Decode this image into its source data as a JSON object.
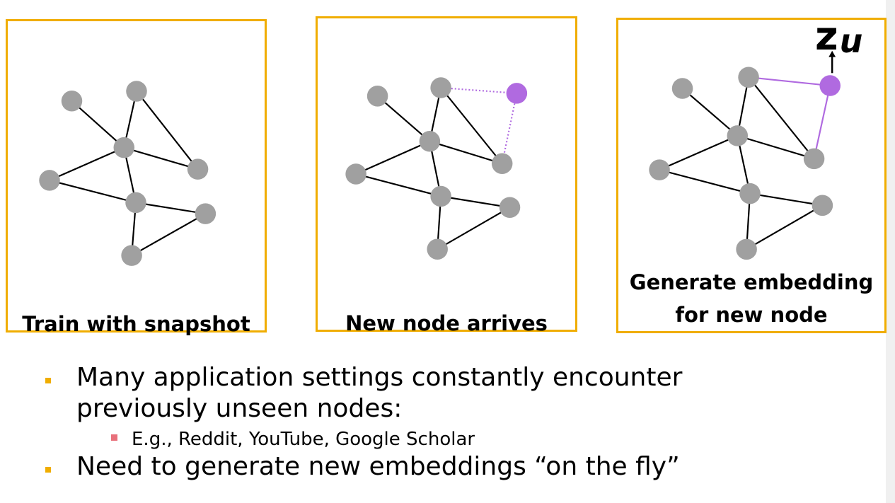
{
  "panels": [
    {
      "caption_lines": [
        "Train with snapshot"
      ],
      "nodes": [
        {
          "id": "a",
          "color": "gray"
        },
        {
          "id": "b",
          "color": "gray"
        }
      ]
    },
    {
      "caption_lines": [
        "New node arrives"
      ]
    },
    {
      "caption_lines": [
        "Generate embedding",
        "for new node"
      ],
      "embedding_label": {
        "main": "z",
        "subscript": "u"
      }
    }
  ],
  "colors": {
    "frame": "#f0ad00",
    "node_gray": "#a0a0a0",
    "node_new": "#b06ae0",
    "edge": "#000000",
    "edge_new": "#b06ae0",
    "bullet_main": "#f0ad00",
    "bullet_sub": "#e8707b"
  },
  "bullets": [
    {
      "lines": [
        "Many application settings constantly encounter",
        "previously unseen nodes:"
      ],
      "sub": [
        "E.g., Reddit, YouTube, Google Scholar"
      ]
    },
    {
      "lines": [
        "Need to generate new embeddings “on the fly”"
      ]
    }
  ]
}
